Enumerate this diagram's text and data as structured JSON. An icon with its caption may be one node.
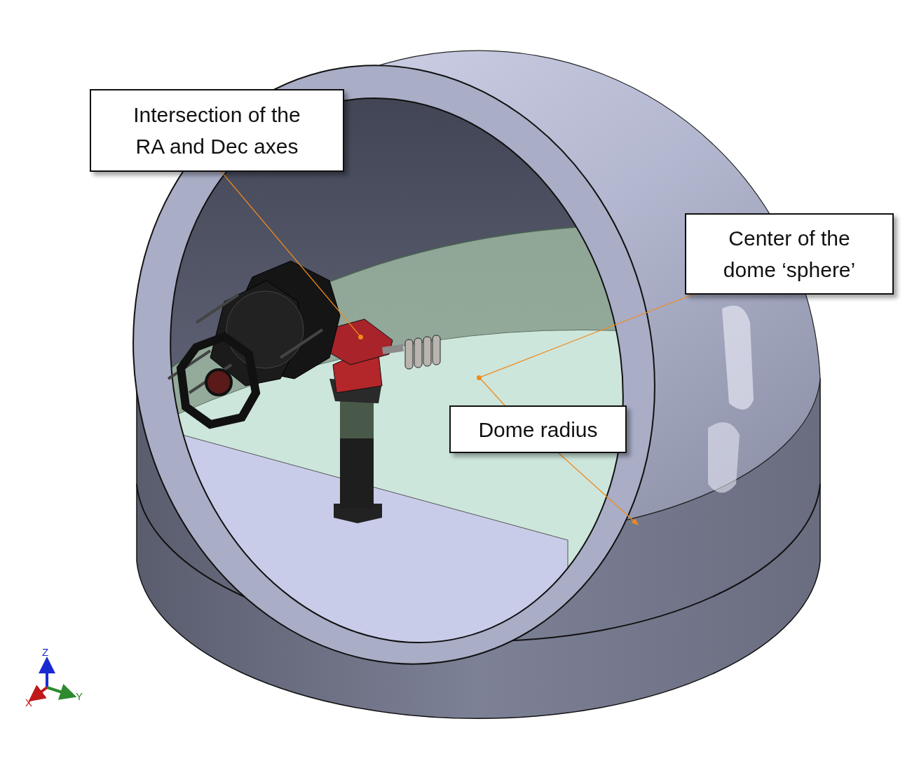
{
  "diagram": {
    "nodes": [
      {
        "text": [
          "Intersection of the RA and Dec axes"
        ]
      },
      {
        "text": [],
        "shape": "circle"
      },
      {
        "text": [
          "Center of the dome ‘sphere’"
        ]
      },
      {
        "text": [],
        "shape": "circle"
      },
      {
        "text": [
          "Dome radius"
        ]
      }
    ],
    "edges": [
      {
        "from": 0,
        "to": 1,
        "arrow": "none"
      },
      {
        "from": 2,
        "to": 3,
        "arrow": "none"
      },
      {
        "from": 4,
        "to": 3,
        "arrow": "none"
      },
      {
        "from": 4,
        "to": null,
        "arrow": "to"
      }
    ],
    "labels": [
      "Z",
      "X",
      "Y"
    ]
  }
}
